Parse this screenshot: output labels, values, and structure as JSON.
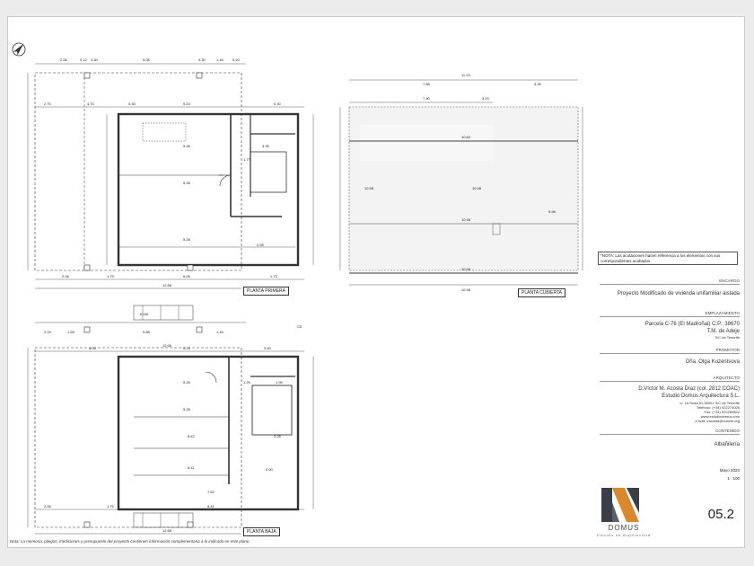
{
  "plan_labels": {
    "first_floor": "PLANTA PRIMERA",
    "roof": "PLANTA CUBIERTA",
    "ground_floor": "PLANTA BAJA"
  },
  "footnote": "Nota: La memoria, pliegos, mediciones y presupuesto del proyecto contienen información complementaria a lo indicado en este plano.",
  "title_block": {
    "note": "*NOTA: Las acotaciones hacen referencia a los elementos con sus correspondientes acabados.",
    "encargo_head": "ENCARGO",
    "encargo": "Proyecto Modificado de vivienda unifamiliar aislada",
    "emplazamiento_head": "EMPLAZAMIENTO",
    "emplazamiento_1": "Parcela C-76 (El Madroñal) C.P.: 38670",
    "emplazamiento_2": "T.M. de Adeje",
    "emplazamiento_3": "S/C de Tenerife",
    "promotor_head": "PROMOTOR",
    "promotor": "Dña. Olga Kuzentsova",
    "arquitecto_head": "ARQUITECTO",
    "arquitecto_1": "D.Víctor M. Acosta Díaz (col. 2812 COAC)",
    "arquitecto_2": "Estudio Domus Arquitectura S.L.",
    "contact_1": "c/. La Rosa,51,38001 S/C de Tenerife",
    "contact_2": "Teléfono: (+34) 922274026",
    "contact_3": "Fax: (+34) 922289842",
    "contact_4": "www.estudiodomus.com",
    "contact_5": "e-mail: vacosta@coacfe.org",
    "contenido_head": "CONTENIDO",
    "contenido": "Albañilería",
    "date": "Mayo 2023",
    "scale": "1 : 100",
    "logo_name": "DOMUS",
    "logo_sub": "Estudio de Arquitectura",
    "sheet_number": "05.2"
  },
  "dims": {
    "d_1": "2.06",
    "d_2": "0.12",
    "d_3": "0.30",
    "d_4": "5.08",
    "d_5": "0.30",
    "d_6": "1.45",
    "d_7": "0.20",
    "d_8": "2.70",
    "d_9": "4.70",
    "d_10": "0.30",
    "d_11": "5.23",
    "d_12": "0.30",
    "d_13": "2.06",
    "d_14": "1.75",
    "d_15": "6.05",
    "d_16": "1.73",
    "d_17": "12.66",
    "d_18": "11.23",
    "d_19": "7.88",
    "d_20": "3.35",
    "d_21": "7.40",
    "d_22": "3.23",
    "d_23": "10.60",
    "d_24": "10.98",
    "d_25": "10.98",
    "d_26": "10.98",
    "d_27": "12.66",
    "d_28": "4.00",
    "d_29": "5.23",
    "d_30": "3.60",
    "d_31": "2.03",
    "d_32": "1.65",
    "d_33": "5.88",
    "d_34": "1.45",
    "d_35": "2.06",
    "d_36": "1.75",
    "d_37": "12.66",
    "d_38": "8.41",
    "d_39": "7.61"
  },
  "rooms": {
    "r_1": "5.28",
    "r_2": "5.28",
    "r_3": "5.28",
    "r_4": "3.35",
    "r_5": "1.77",
    "r_6": "2.55",
    "r_7": "10.98",
    "r_8": "10.98",
    "r_9": "9.98",
    "r_10": "5.28",
    "r_11": "5.28",
    "r_12": "8.42",
    "r_13": "8.11",
    "r_14": "1.29",
    "r_15": "1.99",
    "r_16": "2.28",
    "r_17": "0.90",
    "r_18": "C5",
    "r_19": "10.66"
  }
}
